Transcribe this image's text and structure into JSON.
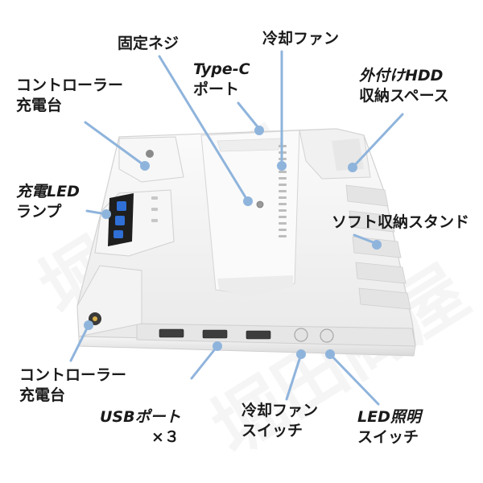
{
  "watermark": "堀田商屋",
  "labels": {
    "controller_charger_top": {
      "line1": "コントローラー",
      "line2": "充電台"
    },
    "fixing_screw": {
      "line1": "固定ネジ"
    },
    "type_c_port": {
      "line1": "Type-C",
      "line2": "ポート"
    },
    "cooling_fan": {
      "line1": "冷却ファン"
    },
    "hdd_space": {
      "line1": "外付けHDD",
      "line2": "収納スペース"
    },
    "charge_led": {
      "line1": "充電LED",
      "line2": "ランプ"
    },
    "soft_stand": {
      "line1": "ソフト収納スタンド"
    },
    "controller_charger_bottom": {
      "line1": "コントローラー",
      "line2": "充電台"
    },
    "usb_ports": {
      "line1": "USBポート",
      "line2": "×３"
    },
    "fan_switch": {
      "line1": "冷却ファン",
      "line2": "スイッチ"
    },
    "led_switch": {
      "line1": "LED照明",
      "line2": "スイッチ"
    }
  },
  "colors": {
    "leader": "#8fb4dc",
    "dot": "#8fb4dc",
    "device": "#f4f4f4",
    "device_edge": "#d4d4d4",
    "led": "#2f6fd6"
  }
}
